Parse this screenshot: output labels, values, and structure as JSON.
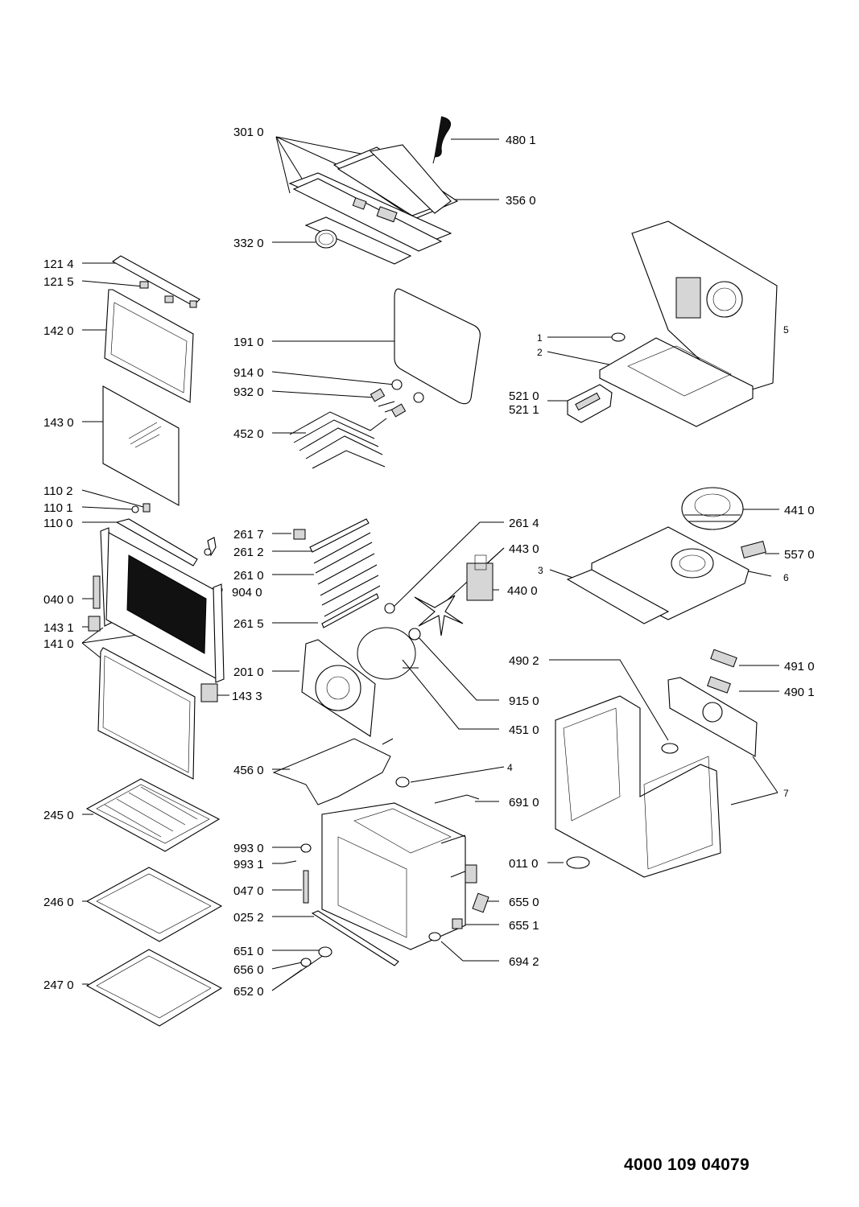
{
  "document_number": "4000 109 04079",
  "labels": {
    "p3010": "301 0",
    "p4801": "480 1",
    "p3560": "356 0",
    "p3320": "332 0",
    "p1214": "121 4",
    "p1215": "121 5",
    "p1420": "142 0",
    "p1910": "191 0",
    "p1": "1",
    "p2": "2",
    "p5": "5",
    "p9140": "914 0",
    "p9320": "932 0",
    "p5210": "521 0",
    "p5211": "521 1",
    "p1430": "143 0",
    "p4520": "452 0",
    "p1102": "110 2",
    "p1101": "110 1",
    "p1100": "110 0",
    "p2617": "261 7",
    "p2614": "261 4",
    "p4410": "441 0",
    "p2612": "261 2",
    "p4430": "443 0",
    "p5570": "557 0",
    "p3": "3",
    "p6": "6",
    "p2610": "261 0",
    "p0400": "040 0",
    "p9040": "904 0",
    "p4400": "440 0",
    "p1431": "143 1",
    "p1410": "141 0",
    "p2615": "261 5",
    "p4902": "490 2",
    "p4910": "491 0",
    "p2010": "201 0",
    "p4901": "490 1",
    "p1433": "143 3",
    "p9150": "915 0",
    "p4510": "451 0",
    "p4560": "456 0",
    "p4": "4",
    "p7": "7",
    "p2450": "245 0",
    "p6910": "691 0",
    "p9930": "993 0",
    "p9931": "993 1",
    "p0110": "011 0",
    "p0470": "047 0",
    "p2460": "246 0",
    "p6550": "655 0",
    "p0252": "025 2",
    "p6551": "655 1",
    "p6510": "651 0",
    "p6942": "694 2",
    "p6560": "656 0",
    "p2470": "247 0",
    "p6520": "652 0"
  },
  "icons": [
    "oven-parts-exploded-view",
    "cooling-fan-icon",
    "heating-element-icon",
    "door-glass-icon",
    "baking-tray-icon",
    "wire-shelf-icon"
  ]
}
